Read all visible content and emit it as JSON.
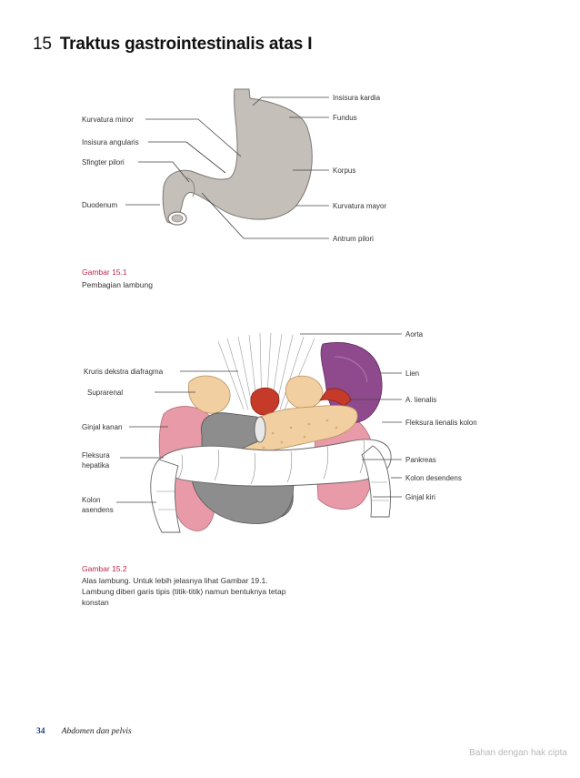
{
  "header": {
    "chapter_number": "15",
    "title": "Traktus gastrointestinalis atas I"
  },
  "figure1": {
    "labels_left": [
      "Kurvatura minor",
      "Insisura angularis",
      "Sfingter pilori",
      "Duodenum"
    ],
    "labels_right": [
      "Insisura kardia",
      "Fundus",
      "Korpus",
      "Kurvatura mayor",
      "Antrum pilori"
    ],
    "caption_title": "Gambar 15.1",
    "caption_text": "Pembagian lambung"
  },
  "figure2": {
    "labels_left": [
      "Kruris dekstra diafragma",
      "Suprarenal",
      "Ginjal kanan",
      "Fleksura",
      "hepatika",
      "Kolon",
      "asendens"
    ],
    "labels_right": [
      "Aorta",
      "Lien",
      "A. lienalis",
      "Fleksura lienalis kolon",
      "Pankreas",
      "Kolon desendens",
      "Ginjal kiri"
    ],
    "caption_title": "Gambar 15.2",
    "caption_lines": [
      "Alas lambung. Untuk lebih jelasnya lihat Gambar 19.1.",
      "Lambung diberi garis tipis (titik-titik) namun bentuknya tetap",
      "konstan"
    ]
  },
  "footer": {
    "page_number": "34",
    "section": "Abdomen dan pelvis"
  },
  "watermark": "Bahan dengan hak cipta",
  "colors": {
    "stomach": "#c4bfb9",
    "kidney": "#e89aa8",
    "spleen": "#8e4a8c",
    "pancreas": "#f2cfa0",
    "caption": "#c0244a",
    "page_number": "#1a3f8a"
  }
}
